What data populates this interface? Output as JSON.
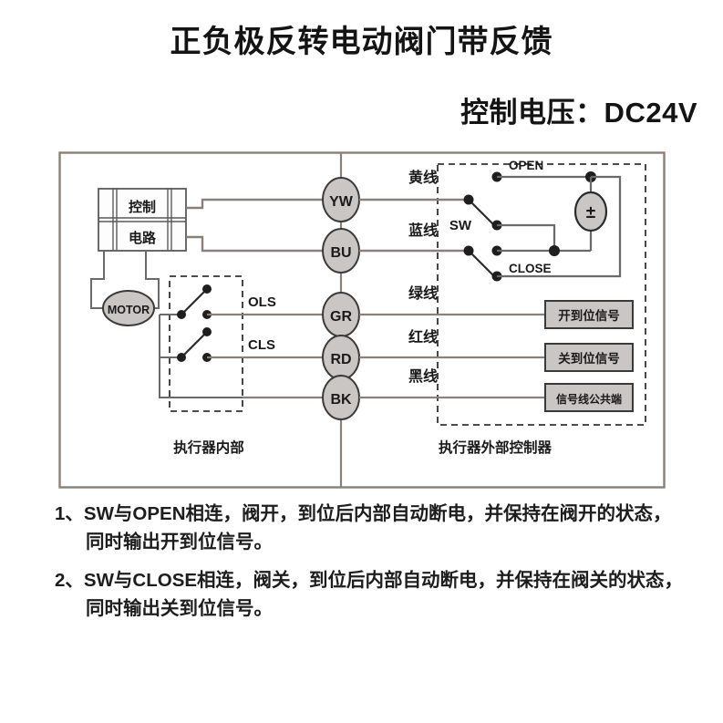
{
  "header": {
    "title": "正负极反转电动阀门带反馈",
    "subtitle": "控制电压：DC24V"
  },
  "diagram": {
    "internal_section_label": "执行器内部",
    "external_section_label": "执行器外部控制器",
    "control_box": {
      "line1": "控制",
      "line2": "电路"
    },
    "motor_label": "MOTOR",
    "limit_switches": [
      {
        "name": "OLS"
      },
      {
        "name": "CLS"
      }
    ],
    "terminals": [
      {
        "code": "YW",
        "wire_label": "黄线"
      },
      {
        "code": "BU",
        "wire_label": "蓝线"
      },
      {
        "code": "GR",
        "wire_label": "绿线"
      },
      {
        "code": "RD",
        "wire_label": "红线"
      },
      {
        "code": "BK",
        "wire_label": "黑线"
      }
    ],
    "switch": {
      "label": "SW",
      "open_label": "OPEN",
      "close_label": "CLOSE"
    },
    "power_source": {
      "symbol": "±"
    },
    "signal_boxes": [
      {
        "label": "开到位信号"
      },
      {
        "label": "关到位信号"
      },
      {
        "label": "信号线公共端"
      }
    ]
  },
  "notes": [
    {
      "line1": "1、SW与OPEN相连，阀开，到位后内部自动断电，并保持在阀开的状态，",
      "line2": "同时输出开到位信号。"
    },
    {
      "line1": "2、SW与CLOSE相连，阀关，到位后内部自动断电，并保持在阀关的状态，",
      "line2": "同时输出关到位信号。"
    }
  ],
  "colors": {
    "frame": "#8a8078",
    "wire": "#8a8078",
    "dark_wire": "#4a4a4a",
    "node": "#2b2b2b",
    "fill_gray": "#c9c6c3",
    "text": "#1a1a1a"
  }
}
